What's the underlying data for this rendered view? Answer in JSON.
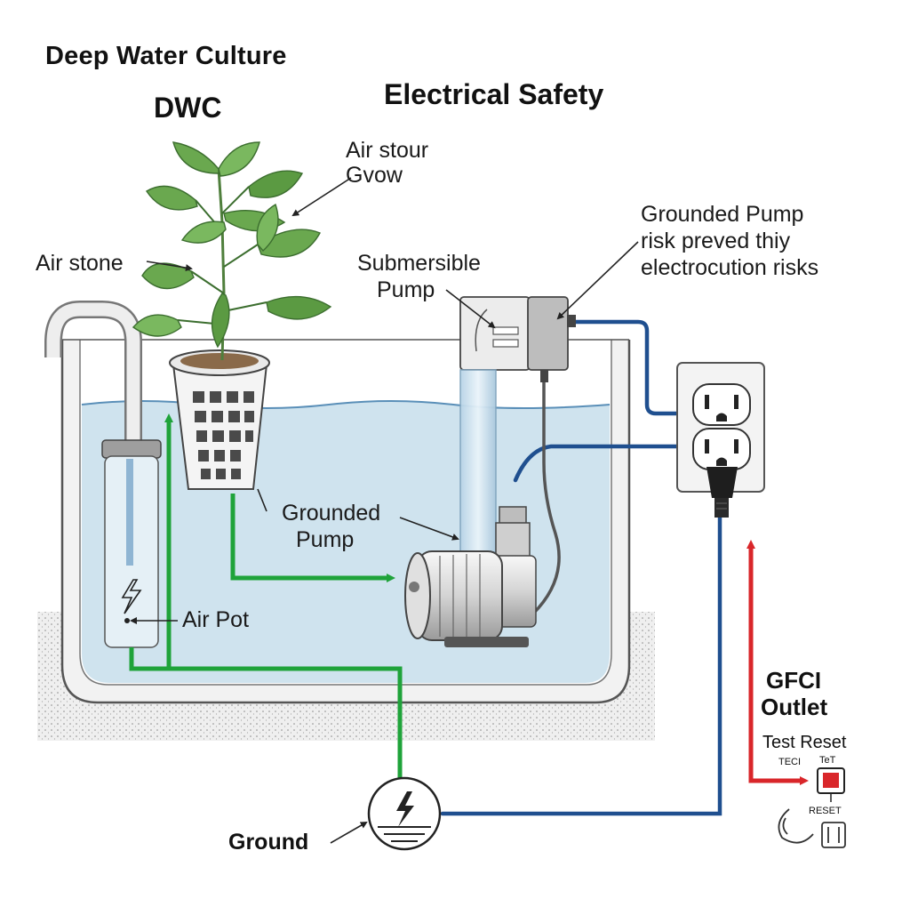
{
  "titles": {
    "main": "Deep Water Culture",
    "dwc": "DWC",
    "safety": "Electrical Safety"
  },
  "labels": {
    "air_stour": "Air stour",
    "gvow": "Gvow",
    "air_stone": "Air stone",
    "submersible": "Submersible",
    "pump": "Pump",
    "grounded_pump_note_1": "Grounded Pump",
    "grounded_pump_note_2": "risk preved thiy",
    "grounded_pump_note_3": "electrocution risks",
    "grounded": "Grounded",
    "pump_lower": "Pump",
    "air_pot": "Air Pot",
    "ground": "Ground",
    "gfci_line1": "GFCI",
    "gfci_line2": "Outlet",
    "test_reset": "Test Reset",
    "teci": "TECI",
    "tet": "TeT",
    "reset": "RESET"
  },
  "colors": {
    "water": "#cfe3ee",
    "water_line": "#5a8fb8",
    "green_path": "#1fa33a",
    "blue_cable": "#1f4f8f",
    "red_path": "#d9262a",
    "ground_fill": "#e6e6e6",
    "leaf": "#6aa84f",
    "leaf_dark": "#3c6e2f"
  },
  "icons": [
    "plant-icon",
    "net-pot-icon",
    "air-stone-icon",
    "pump-icon",
    "outlet-icon",
    "plug-icon",
    "ground-symbol-icon",
    "reset-button-icon",
    "lightning-icon"
  ]
}
